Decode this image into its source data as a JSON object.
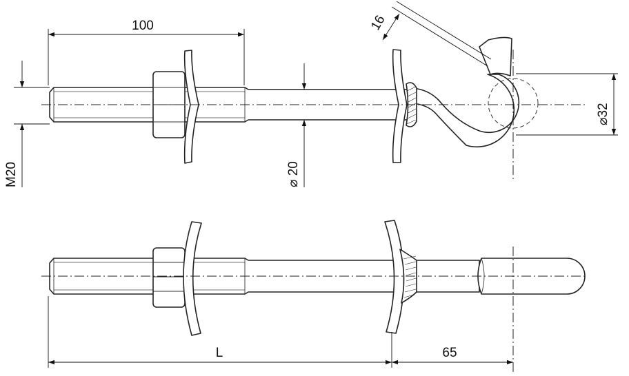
{
  "labels": {
    "length_100": "100",
    "thread_m20": "M20",
    "diameter_20": "⌀ 20",
    "hook_16": "16",
    "diameter_32": "⌀32",
    "length_L": "L",
    "length_65": "65"
  }
}
